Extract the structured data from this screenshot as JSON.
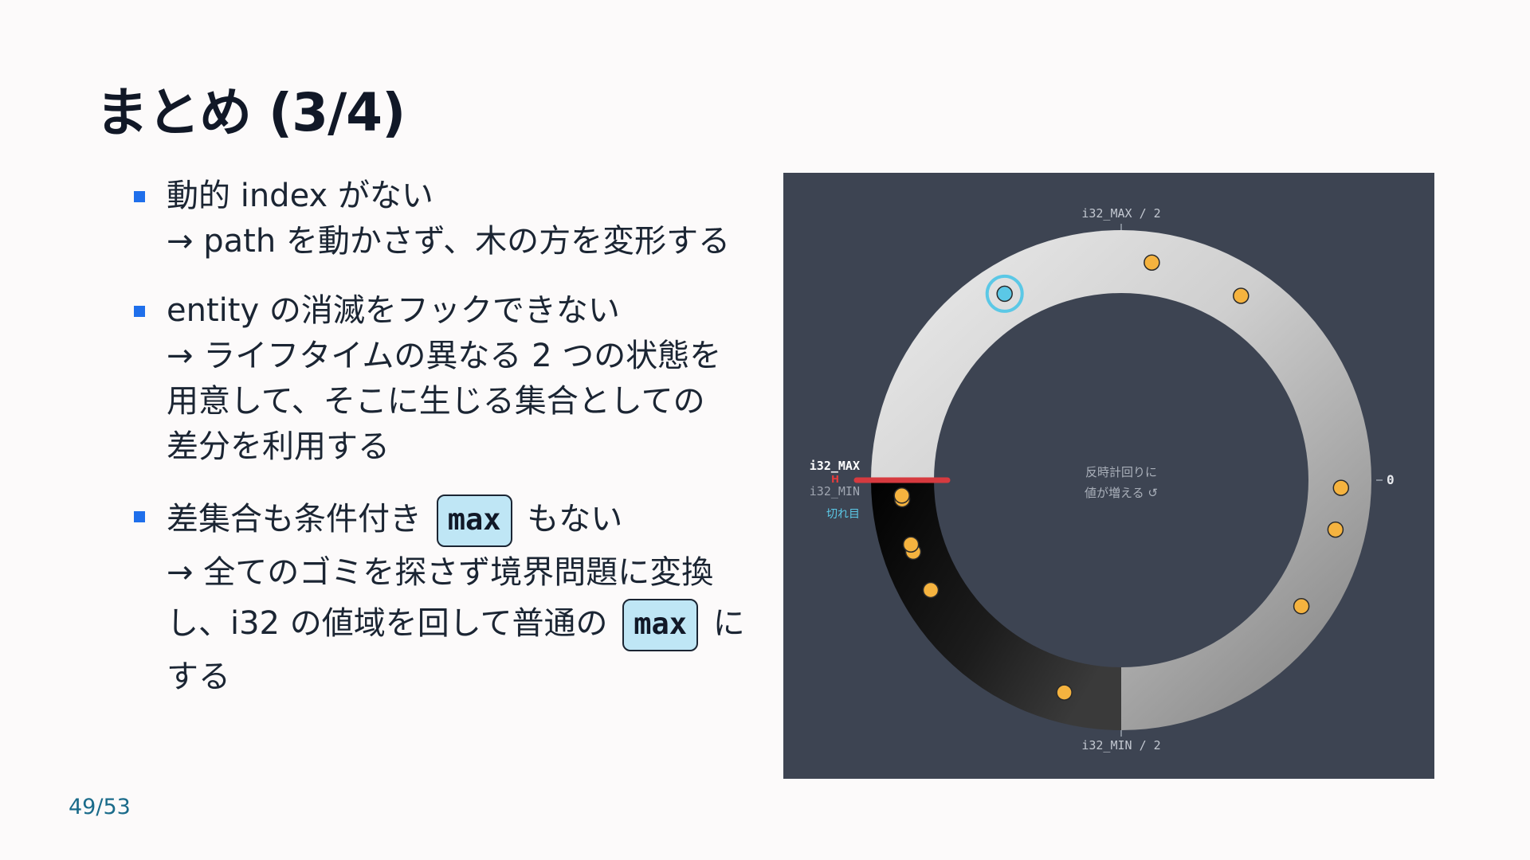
{
  "slide": {
    "title": "まとめ (3/4)",
    "page_number": "49/53",
    "bullets": [
      {
        "lines": [
          {
            "text": "動的 index がない"
          },
          {
            "text": "→ path を動かさず、木の方を変形する"
          }
        ]
      },
      {
        "lines": [
          {
            "text": "entity の消滅をフックできない"
          },
          {
            "text": "→ ライフタイムの異なる 2 つの状態を"
          },
          {
            "text": "用意して、そこに生じる集合としての"
          },
          {
            "text": "差分を利用する"
          }
        ]
      },
      {
        "lines": [
          {
            "before": "差集合も条件付き",
            "code": "max",
            "after": "もない"
          },
          {
            "text": "→ 全てのゴミを探さず境界問題に変換"
          },
          {
            "before": "し、i32 の値域を回して普通の",
            "code": "max",
            "after": "に"
          },
          {
            "text": "する"
          }
        ]
      }
    ]
  },
  "figure": {
    "labels": {
      "top": "i32_MAX / 2",
      "bottom": "i32_MIN / 2",
      "right": "0",
      "max_side": "i32_MAX",
      "min_side": "i32_MIN",
      "cut": "切れ目",
      "head_marker": "H",
      "center_line1": "反時計回りに",
      "center_line2": "値が増える ↺"
    },
    "colors": {
      "background": "#3d4452",
      "marker": "#f5b33f",
      "highlight": "#5bc8e6",
      "cut_line": "#d63a3f",
      "cut_text": "#5bc8e6"
    },
    "point_angles_deg": [
      82,
      57,
      -2,
      -13,
      -35,
      -105,
      -150,
      -161,
      -163,
      -175,
      -176
    ],
    "highlighted_point_angle_deg": 122
  }
}
